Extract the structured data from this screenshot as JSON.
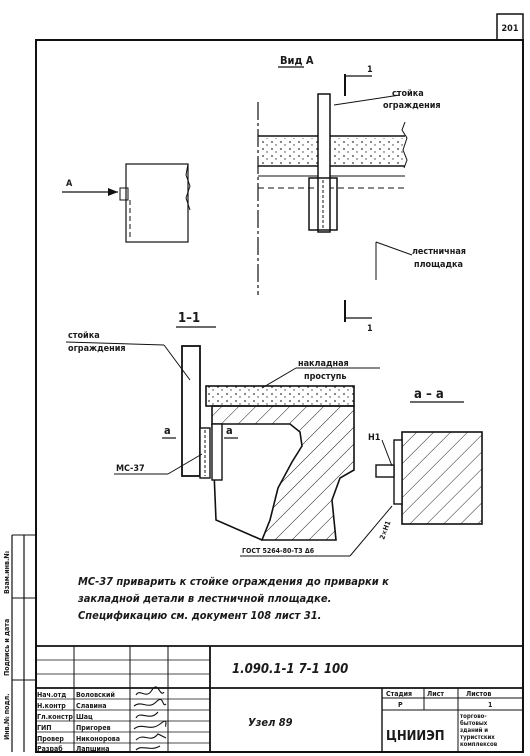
{
  "sheet_number": "201",
  "view_a": {
    "title": "Вид А",
    "section_mark": "1",
    "post_label_1": "стойка",
    "post_label_2": "ограждения",
    "landing_label_1": "лестничная",
    "landing_label_2": "площадка",
    "arrow_label": "А"
  },
  "section_1_1": {
    "title": "1–1",
    "post_label_1": "стойка",
    "post_label_2": "ограждения",
    "overlay_label_1": "накладная",
    "overlay_label_2": "проступь",
    "mark_a_left": "а",
    "mark_a_right": "а",
    "part_label": "МС-37",
    "weld_standard": "ГОСТ 5264-80-Т3 Δ6"
  },
  "section_a_a": {
    "title": "а – а",
    "mark": "Н1",
    "weld_note": "2×Н1"
  },
  "notes": {
    "line1": "МС-37 приварить к стойке ограждения до приварки к",
    "line2": "закладной детали в лестничной площадке.",
    "line3": "Спецификацию см. документ 108   лист 31."
  },
  "margin": {
    "inv_podl": "Инв.№ подл.",
    "podpis_data": "Подпись и дата",
    "vzam_inv": "Взам.инв.№"
  },
  "title_block": {
    "doc_code": "1.090.1-1    7-1    100",
    "sheet_name": "Узел 89",
    "roles": [
      "Нач.отд",
      "Н.контр",
      "Гл.констр",
      "ГИП",
      "Провер",
      "Разраб"
    ],
    "names": [
      "Воловский",
      "Славина",
      "Шац",
      "Пригорев",
      "Никонорова",
      "Лапшина"
    ],
    "col_stage": "Стадия",
    "col_sheet": "Лист",
    "col_sheets": "Листов",
    "stage_val": "Р",
    "sheets_val": "1",
    "org": "ЦНИИЭП",
    "org_desc_1": "торгово-",
    "org_desc_2": "бытовых",
    "org_desc_3": "зданий и",
    "org_desc_4": "туристских",
    "org_desc_5": "комплексов"
  }
}
